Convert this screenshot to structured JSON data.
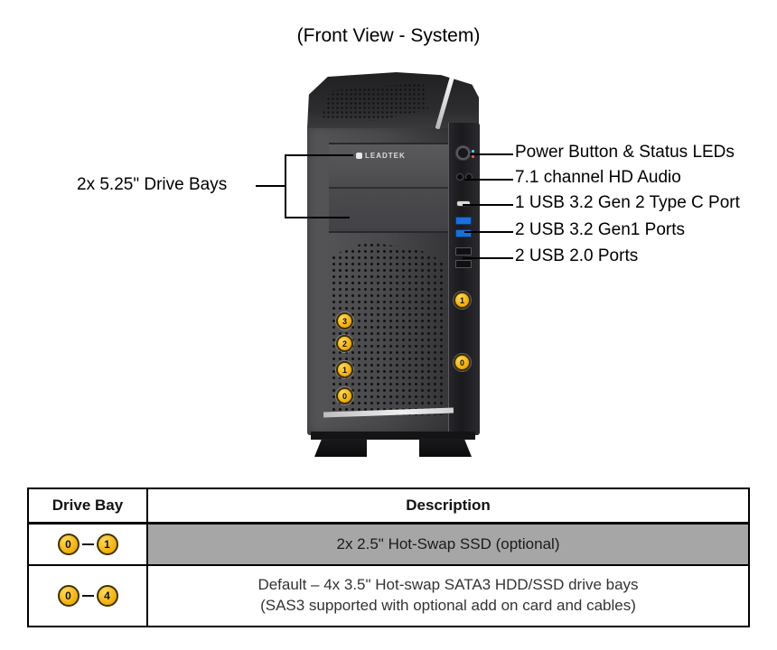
{
  "title": "(Front View - System)",
  "left_callout": "2x 5.25\" Drive Bays",
  "right_callouts": [
    "Power Button & Status LEDs",
    "7.1 channel HD Audio",
    "1 USB 3.2 Gen 2 Type C Port",
    "2 USB 3.2 Gen1 Ports",
    "2 USB 2.0 Ports"
  ],
  "tower": {
    "brand": "LEADTEK",
    "mesh_badges": [
      "3",
      "2",
      "1",
      "0"
    ],
    "panel_badges": [
      "1",
      "0"
    ]
  },
  "table": {
    "headers": [
      "Drive Bay",
      "Description"
    ],
    "rows": [
      {
        "badges": [
          "0",
          "1"
        ],
        "lines": [
          "2x 2.5\" Hot-Swap SSD (optional)",
          ""
        ]
      },
      {
        "badges": [
          "0",
          "4"
        ],
        "lines": [
          "Default – 4x 3.5\" Hot-swap SATA3 HDD/SSD drive bays",
          "(SAS3 supported with optional add on card and cables)"
        ]
      }
    ]
  },
  "colors": {
    "badge_fill": "#f0ad00",
    "highlight_row": "#a6a6a6",
    "chassis_dark": "#2f2f32"
  }
}
